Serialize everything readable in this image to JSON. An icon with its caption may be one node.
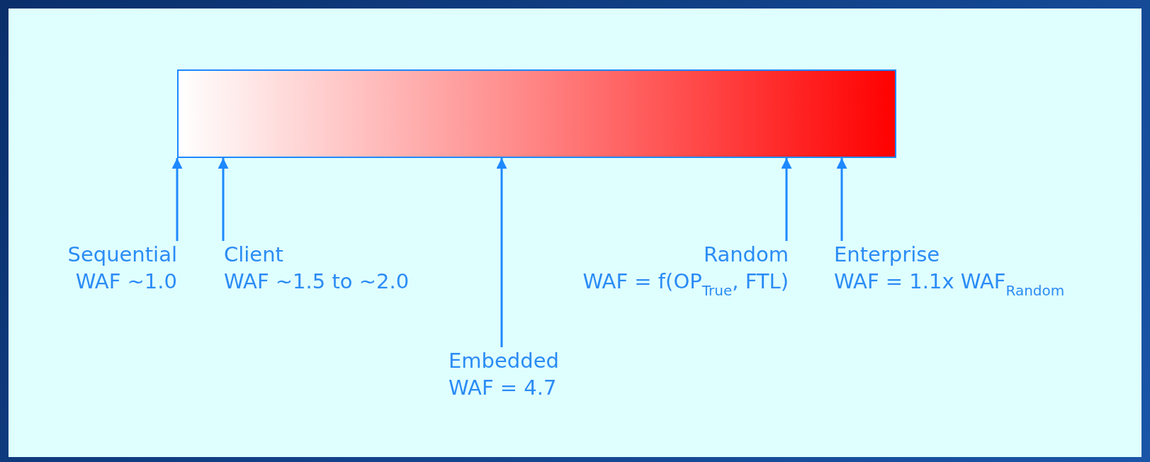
{
  "diagram": {
    "nodes": [
      {
        "text": [],
        "shape": "bar"
      },
      {
        "text": [
          "Sequential",
          "WAF ~1.0"
        ]
      },
      {
        "text": [
          "Client",
          "WAF ~1.5 to ~2.0"
        ]
      },
      {
        "text": [
          "Random",
          "WAF = f(OP$_{True}$, FTL)"
        ]
      },
      {
        "text": [
          "Enterprise",
          "WAF = 1.1x WAF$_{Random}$"
        ]
      },
      {
        "text": [
          "Embedded",
          "WAF = 4.7"
        ]
      }
    ],
    "edges": [
      {
        "from": 1,
        "to": 0,
        "arrow": "to"
      },
      {
        "from": 2,
        "to": 0,
        "arrow": "to"
      },
      {
        "from": 5,
        "to": 0,
        "arrow": "to"
      },
      {
        "from": 3,
        "to": 0,
        "arrow": "to"
      },
      {
        "from": 4,
        "to": 0,
        "arrow": "to"
      }
    ]
  }
}
